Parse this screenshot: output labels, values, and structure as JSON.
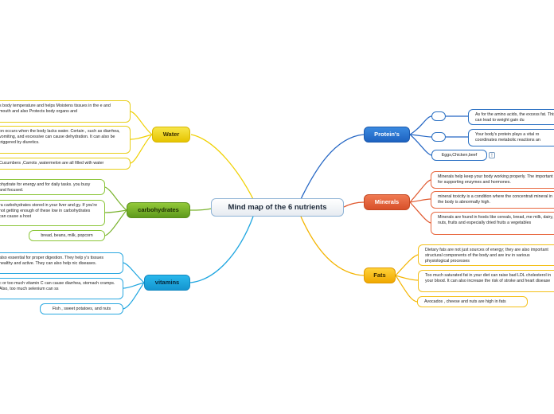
{
  "title": "Mind map of the 6 nutrients",
  "colors": {
    "water": "#f0d000",
    "carbohydrates": "#7ab32e",
    "vitamins": "#1fa6e0",
    "proteins": "#2466c4",
    "minerals": "#e0582e",
    "fats": "#f4b400"
  },
  "water": {
    "label": "Water",
    "items": [
      "s body temperature and helps Moistens tissues in the e and mouth and also Protects body organs and",
      "on occurs when the body lacks water. Certain , such as diarrhea, vomiting, and excessive can cause dehydration. It can also be triggered by diuretics.",
      "Cucumbers ,Carrots ,watermelon are all filled with water"
    ]
  },
  "carbohydrates": {
    "label": "carbohydrates",
    "items": [
      "ohydrate for energy and for daily tasks. you busy and focused.",
      "ra carbohydrates stored in your liver and gy. If you're not getting enough of these low in carbohydrates can cause a host",
      "bread, beans, milk, popcorn"
    ]
  },
  "vitamins": {
    "label": "vitamins",
    "items": [
      "also essential for proper digestion. They help y's tissues healthy and active. They can also help nic diseases.",
      "c or too much vitamin C can cause diarrhea, stomach cramps. Also, too much selenium can ss",
      "Fish , sweet potatoes, and nuts"
    ]
  },
  "proteins": {
    "label": "Protein's",
    "items": [
      "As for the amino acids, the excess fat. This can lead to weight gain du",
      "Your body's protein plays a vital ro coordinates metabolic reactions an",
      "Eggs,Chicken,beef"
    ],
    "note_icon": "!"
  },
  "minerals": {
    "label": "Minerals",
    "items": [
      "Minerals help keep your body working properly. The important for supporting enzymes and hormones.",
      "mineral toxicity is a condition where the concentrati mineral in the body is abnormally high.",
      "Minerals are found in foods like cereals, bread, me milk, dairy, nuts, fruits and especially dried fruits a vegetables"
    ]
  },
  "fats": {
    "label": "Fats",
    "items": [
      "Dietary fats are not just sources of energy; they are also important structural components of the body and are inv in various physiological processes",
      "Too much saturated fat in your diet can raise bad LDL cholesterol in your blood. It can also increase the risk of stroke and heart disease",
      "Avocados , cheese and nuts are high in fats"
    ]
  }
}
